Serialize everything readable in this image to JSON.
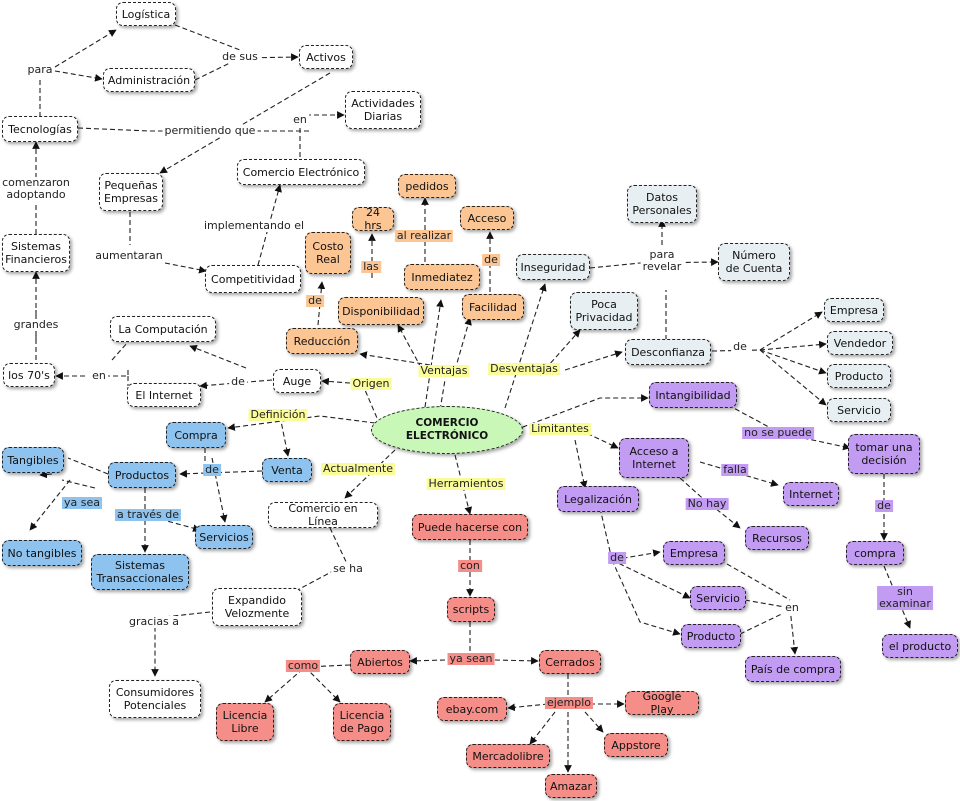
{
  "diagram": {
    "center": "COMERCIO ELECTRÓNICO",
    "nodes": {
      "logistica": "Logística",
      "administracion": "Administración",
      "activos": "Activos",
      "tecnologias": "Tecnologías",
      "actividades_diarias": "Actividades\nDiarias",
      "pequenas_empresas": "Pequeñas\nEmpresas",
      "comercio_electronico": "Comercio Electrónico",
      "sistemas_financieros": "Sistemas\nFinancieros",
      "competitividad": "Competitividad",
      "la_computacion": "La Computación",
      "el_internet": "El Internet",
      "los_70s": "los 70's",
      "auge": "Auge",
      "pedidos": "pedidos",
      "hrs24": "24 hrs",
      "acceso": "Acceso",
      "costo_real": "Costo\nReal",
      "inmediatez": "Inmediatez",
      "disponibilidad": "Disponibilidad",
      "facilidad": "Facilidad",
      "reduccion": "Reducción",
      "datos_personales": "Datos\nPersonales",
      "numero_cuenta": "Número\nde Cuenta",
      "inseguridad": "Inseguridad",
      "poca_privacidad": "Poca\nPrivacidad",
      "desconfianza": "Desconfianza",
      "empresa_g": "Empresa",
      "vendedor": "Vendedor",
      "producto_g": "Producto",
      "servicio_g": "Servicio",
      "intangibilidad": "Intangibilidad",
      "tomar_decision": "tomar una\ndecisión",
      "acceso_internet": "Acceso a\nInternet",
      "internet": "Internet",
      "recursos": "Recursos",
      "legalizacion": "Legalización",
      "empresa_p": "Empresa",
      "servicio_p": "Servicio",
      "producto_p": "Producto",
      "pais_compra": "País de compra",
      "compra_p": "compra",
      "el_producto": "el producto",
      "compra_b": "Compra",
      "venta": "Venta",
      "productos": "Productos",
      "servicios": "Servicios",
      "tangibles": "Tangibles",
      "no_tangibles": "No tangibles",
      "sistemas_transaccionales": "Sistemas\nTransaccionales",
      "comercio_linea": "Comercio en Línea",
      "expandido": "Expandido\nVelozmente",
      "consumidores": "Consumidores\nPotenciales",
      "puede_hacerse": "Puede hacerse con",
      "scripts": "scripts",
      "abiertos": "Abiertos",
      "cerrados": "Cerrados",
      "licencia_libre": "Licencia\nLibre",
      "licencia_pago": "Licencia\nde Pago",
      "ebay": "ebay.com",
      "google_play": "Google Play",
      "mercadolibre": "Mercadolibre",
      "appstore": "Appstore",
      "amazar": "Amazar"
    },
    "labels": {
      "de_sus": "de sus",
      "para": "para",
      "permitiendo_que": "permitiendo que",
      "comenzaron": "comenzaron\nadoptando",
      "en_act": "en",
      "implementando": "implementando el",
      "aumentaran": "aumentaran",
      "grandes": "grandes",
      "en_70": "en",
      "de_auge": "de",
      "origen": "Origen",
      "ventajas": "Ventajas",
      "desventajas": "Desventajas",
      "al_realizar": "al realizar",
      "las": "las",
      "de_fac": "de",
      "de_red": "de",
      "para_revelar": "para\nrevelar",
      "de_desc": "de",
      "limitantes": "Limitantes",
      "no_se_puede": "no se puede",
      "falla": "falla",
      "no_hay": "No hay",
      "de_leg": "de",
      "en_leg": "en",
      "de_tom": "de",
      "sin_examinar": "sin examinar",
      "definicion": "Definición",
      "de_prod": "de",
      "ya_sea_b": "ya sea",
      "a_traves": "a través de",
      "actualmente": "Actualmente",
      "se_ha": "se ha",
      "gracias_a": "gracias a",
      "herramientos": "Herramientos",
      "con": "con",
      "ya_sean": "ya sean",
      "como": "como",
      "ejemplo": "ejemplo"
    },
    "colors": {
      "center": "#c9f7b8",
      "ventajas": "#fbc594",
      "desventajas": "#e8eff2",
      "limitantes": "#c29bf3",
      "definicion": "#8ec3ef",
      "herramientos": "#f58e88",
      "link_highlight": "#fafc9a"
    }
  }
}
